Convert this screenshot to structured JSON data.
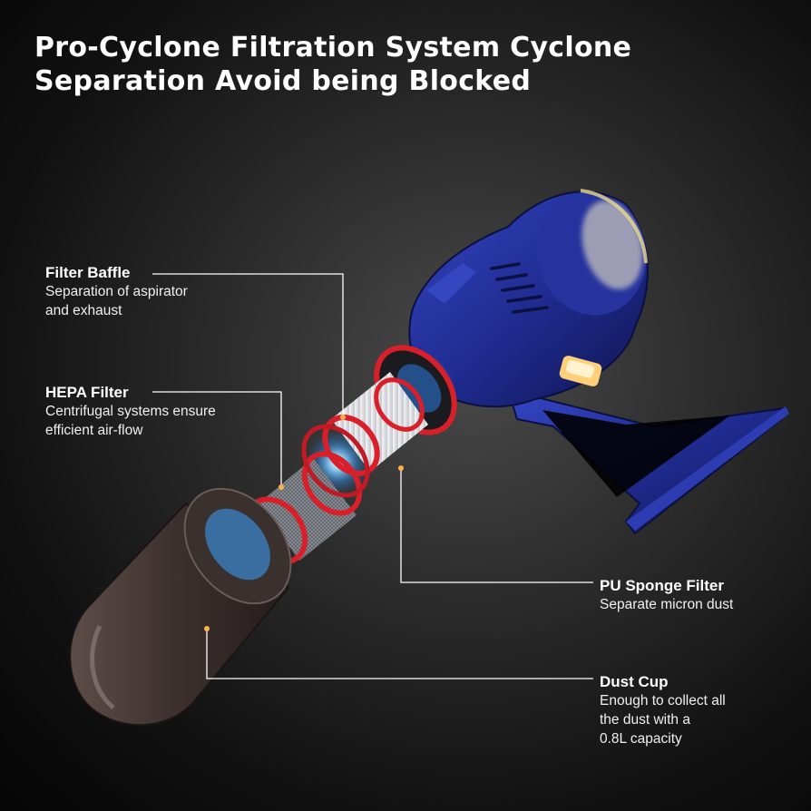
{
  "headline": {
    "line1": "Pro-Cyclone Filtration System Cyclone",
    "line2": "Separation Avoid being Blocked"
  },
  "callouts": {
    "filter_baffle": {
      "title": "Filter Baffle",
      "description": "Separation of aspirator\nand exhaust"
    },
    "hepa_filter": {
      "title": "HEPA Filter",
      "description": "Centrifugal systems ensure\nefficient air-flow"
    },
    "pu_sponge_filter": {
      "title": "PU Sponge Filter",
      "description": "Separate micron dust"
    },
    "dust_cup": {
      "title": "Dust Cup",
      "description": "Enough to collect all\nthe dust with a\n0.8L capacity"
    }
  },
  "colors": {
    "vacuum_body": "#1f2a8a",
    "filter_ring": "#d81f2a",
    "glow": "#4fb8ff",
    "dust_cup": "#4a3d3a",
    "leader_line": "#ffffff"
  }
}
